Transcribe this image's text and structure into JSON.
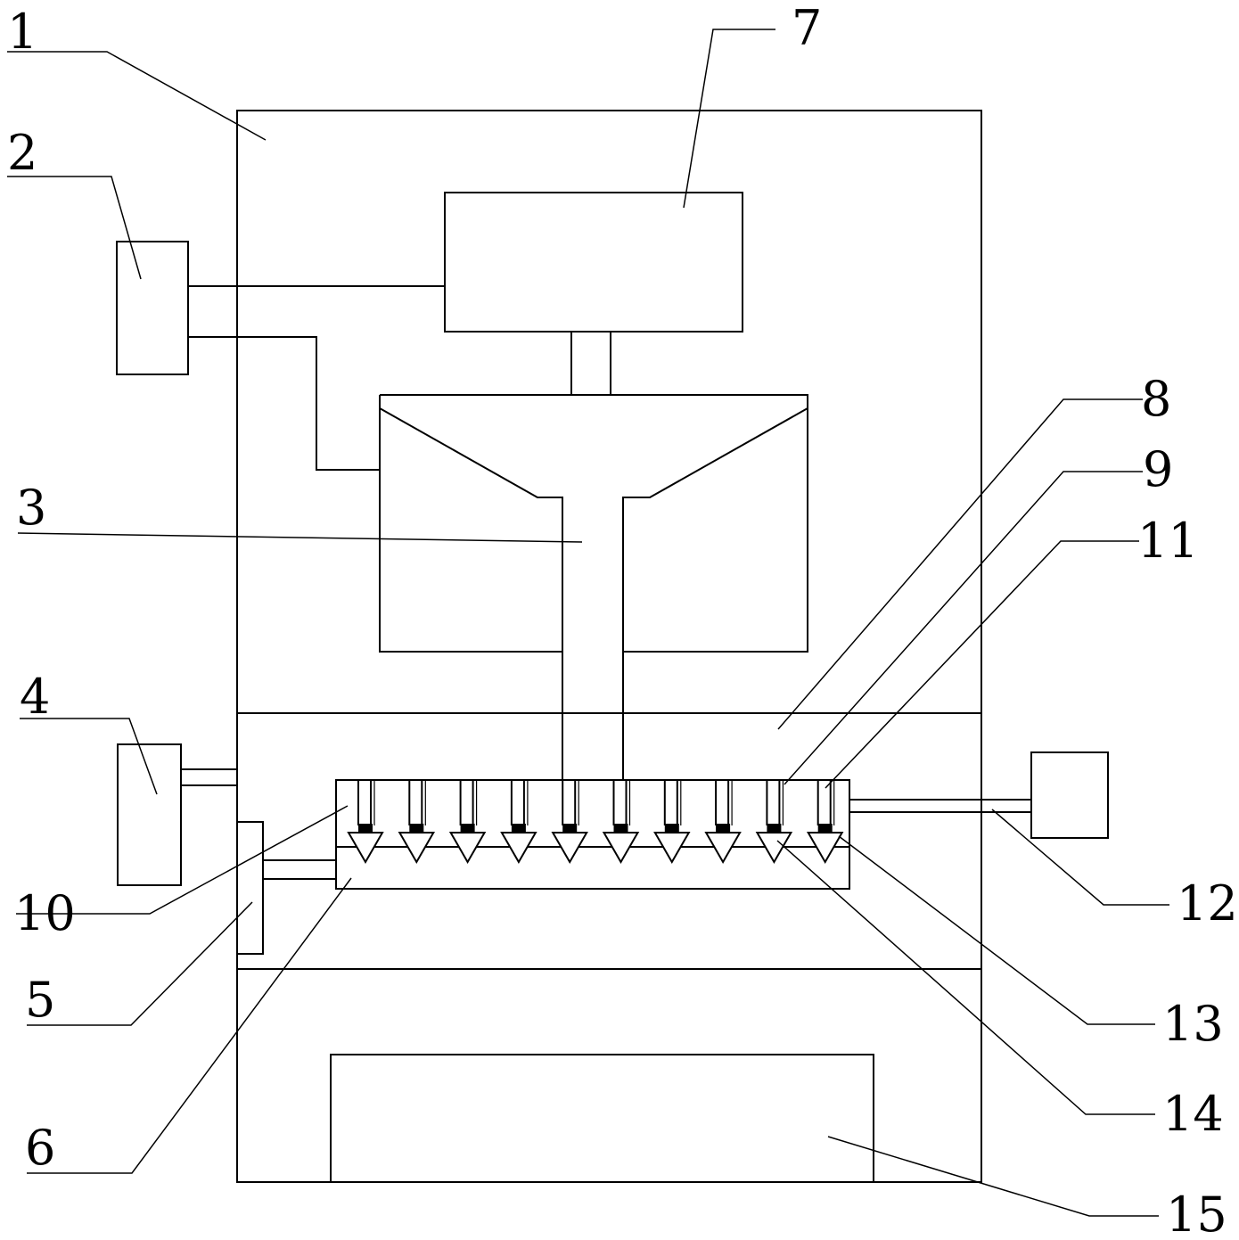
{
  "labels": {
    "l1": "1",
    "l2": "2",
    "l3": "3",
    "l4": "4",
    "l5": "5",
    "l6": "6",
    "l7": "7",
    "l8": "8",
    "l9": "9",
    "l10": "10",
    "l11": "11",
    "l12": "12",
    "l13": "13",
    "l14": "14",
    "l15": "15"
  },
  "colors": {
    "stroke": "#000000",
    "background": "#ffffff"
  },
  "nozzle_count": 10
}
